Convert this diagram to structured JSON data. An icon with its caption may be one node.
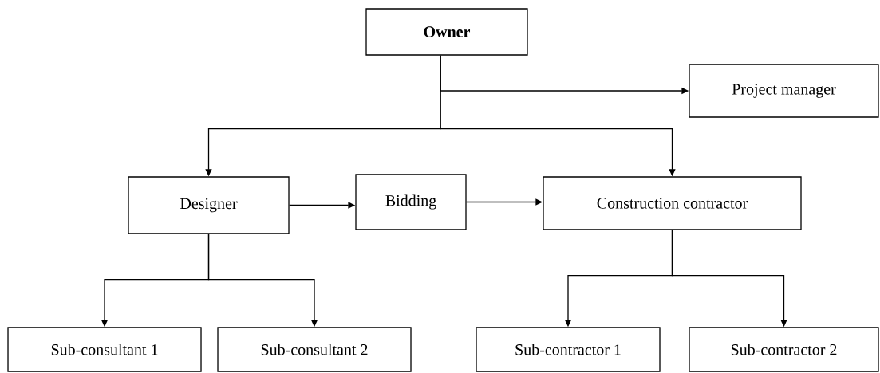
{
  "diagram": {
    "nodes": [
      {
        "text": [
          "Owner"
        ]
      },
      {
        "text": [
          "Project manager"
        ]
      },
      {
        "text": [
          "Designer"
        ]
      },
      {
        "text": [
          "Bidding"
        ]
      },
      {
        "text": [
          "Construction contractor"
        ]
      },
      {
        "text": [
          "Sub-consultant 1"
        ]
      },
      {
        "text": [
          "Sub-consultant 2"
        ]
      },
      {
        "text": [
          "Sub-contractor 1"
        ]
      },
      {
        "text": [
          "Sub-contractor 2"
        ]
      }
    ],
    "edges": [
      {
        "from": 0,
        "to": 1,
        "arrow": "to"
      },
      {
        "from": 0,
        "to": 2,
        "arrow": "to"
      },
      {
        "from": 0,
        "to": 4,
        "arrow": "to"
      },
      {
        "from": 2,
        "to": 3,
        "arrow": "to"
      },
      {
        "from": 3,
        "to": 4,
        "arrow": "to"
      },
      {
        "from": 2,
        "to": 5,
        "arrow": "to"
      },
      {
        "from": 2,
        "to": 6,
        "arrow": "to"
      },
      {
        "from": 4,
        "to": 7,
        "arrow": "to"
      },
      {
        "from": 4,
        "to": 8,
        "arrow": "to"
      }
    ]
  }
}
